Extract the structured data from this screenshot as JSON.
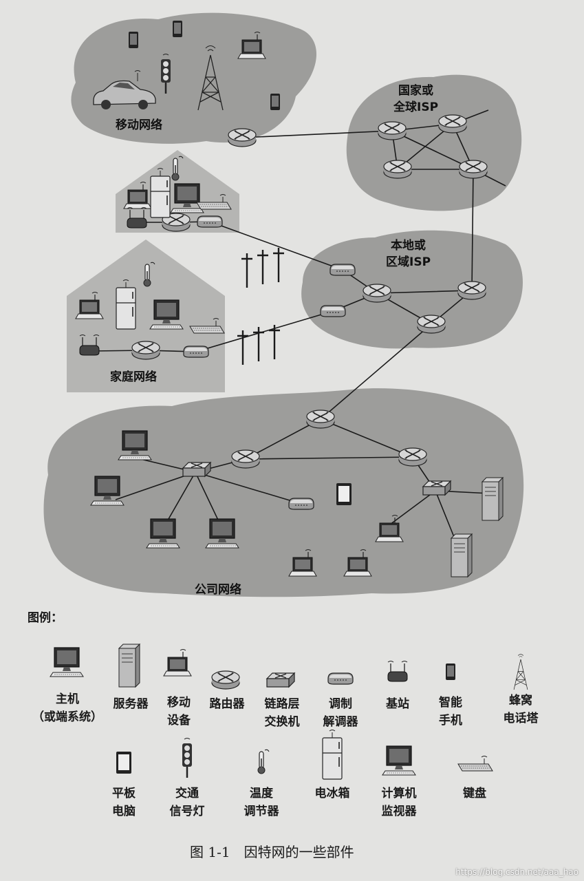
{
  "regions": {
    "mobile": "移动网络",
    "global_isp": [
      "国家或",
      "全球ISP"
    ],
    "local_isp": [
      "本地或",
      "区域ISP"
    ],
    "home": "家庭网络",
    "enterprise": "公司网络"
  },
  "legend": {
    "title": "图例：",
    "items": [
      {
        "icon": "host",
        "lines": [
          "主机",
          "（或端系统）"
        ]
      },
      {
        "icon": "server",
        "lines": [
          "服务器"
        ]
      },
      {
        "icon": "mobile-device",
        "lines": [
          "移动",
          "设备"
        ]
      },
      {
        "icon": "router",
        "lines": [
          "路由器"
        ]
      },
      {
        "icon": "link-layer-switch",
        "lines": [
          "链路层",
          "交换机"
        ]
      },
      {
        "icon": "modem",
        "lines": [
          "调制",
          "解调器"
        ]
      },
      {
        "icon": "base-station",
        "lines": [
          "基站"
        ]
      },
      {
        "icon": "smartphone",
        "lines": [
          "智能",
          "手机"
        ]
      },
      {
        "icon": "cell-tower",
        "lines": [
          "蜂窝",
          "电话塔"
        ]
      },
      {
        "icon": "tablet",
        "lines": [
          "平板",
          "电脑"
        ]
      },
      {
        "icon": "traffic-light",
        "lines": [
          "交通",
          "信号灯"
        ]
      },
      {
        "icon": "thermostat",
        "lines": [
          "温度",
          "调节器"
        ]
      },
      {
        "icon": "fridge",
        "lines": [
          "电冰箱"
        ]
      },
      {
        "icon": "monitor",
        "lines": [
          "计算机",
          "监视器"
        ]
      },
      {
        "icon": "keyboard",
        "lines": [
          "键盘"
        ]
      }
    ]
  },
  "caption": "图 1-1　因特网的一些部件",
  "watermark": "https://blog.csdn.net/aaa_hao",
  "colors": {
    "cloud": "#9d9d9b",
    "house": "#b7b7b5",
    "page": "#e3e3e1",
    "router": "#cfcfcf"
  }
}
